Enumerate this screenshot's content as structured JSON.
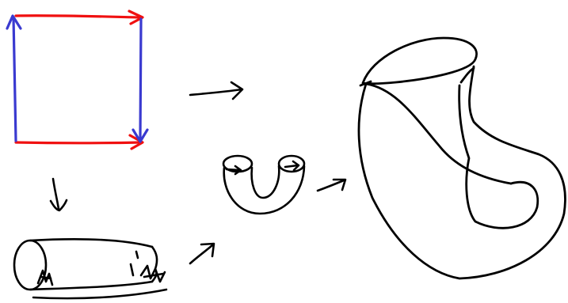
{
  "colors": {
    "background": "#ffffff",
    "ink": "#000000",
    "red_edge": "#f01010",
    "blue_edge": "#3a3ad0"
  },
  "figures": [
    {
      "name": "square-with-identified-edges",
      "edges": [
        "red-top-arrow",
        "red-bottom-arrow",
        "blue-left-arrow",
        "blue-right-arrow"
      ]
    },
    {
      "name": "cylinder-tube"
    },
    {
      "name": "bent-tube"
    },
    {
      "name": "klein-bottle"
    }
  ],
  "arrows": [
    "square-to-klein-bottle",
    "square-to-cylinder",
    "cylinder-to-bent-tube",
    "bent-tube-to-klein-bottle"
  ]
}
